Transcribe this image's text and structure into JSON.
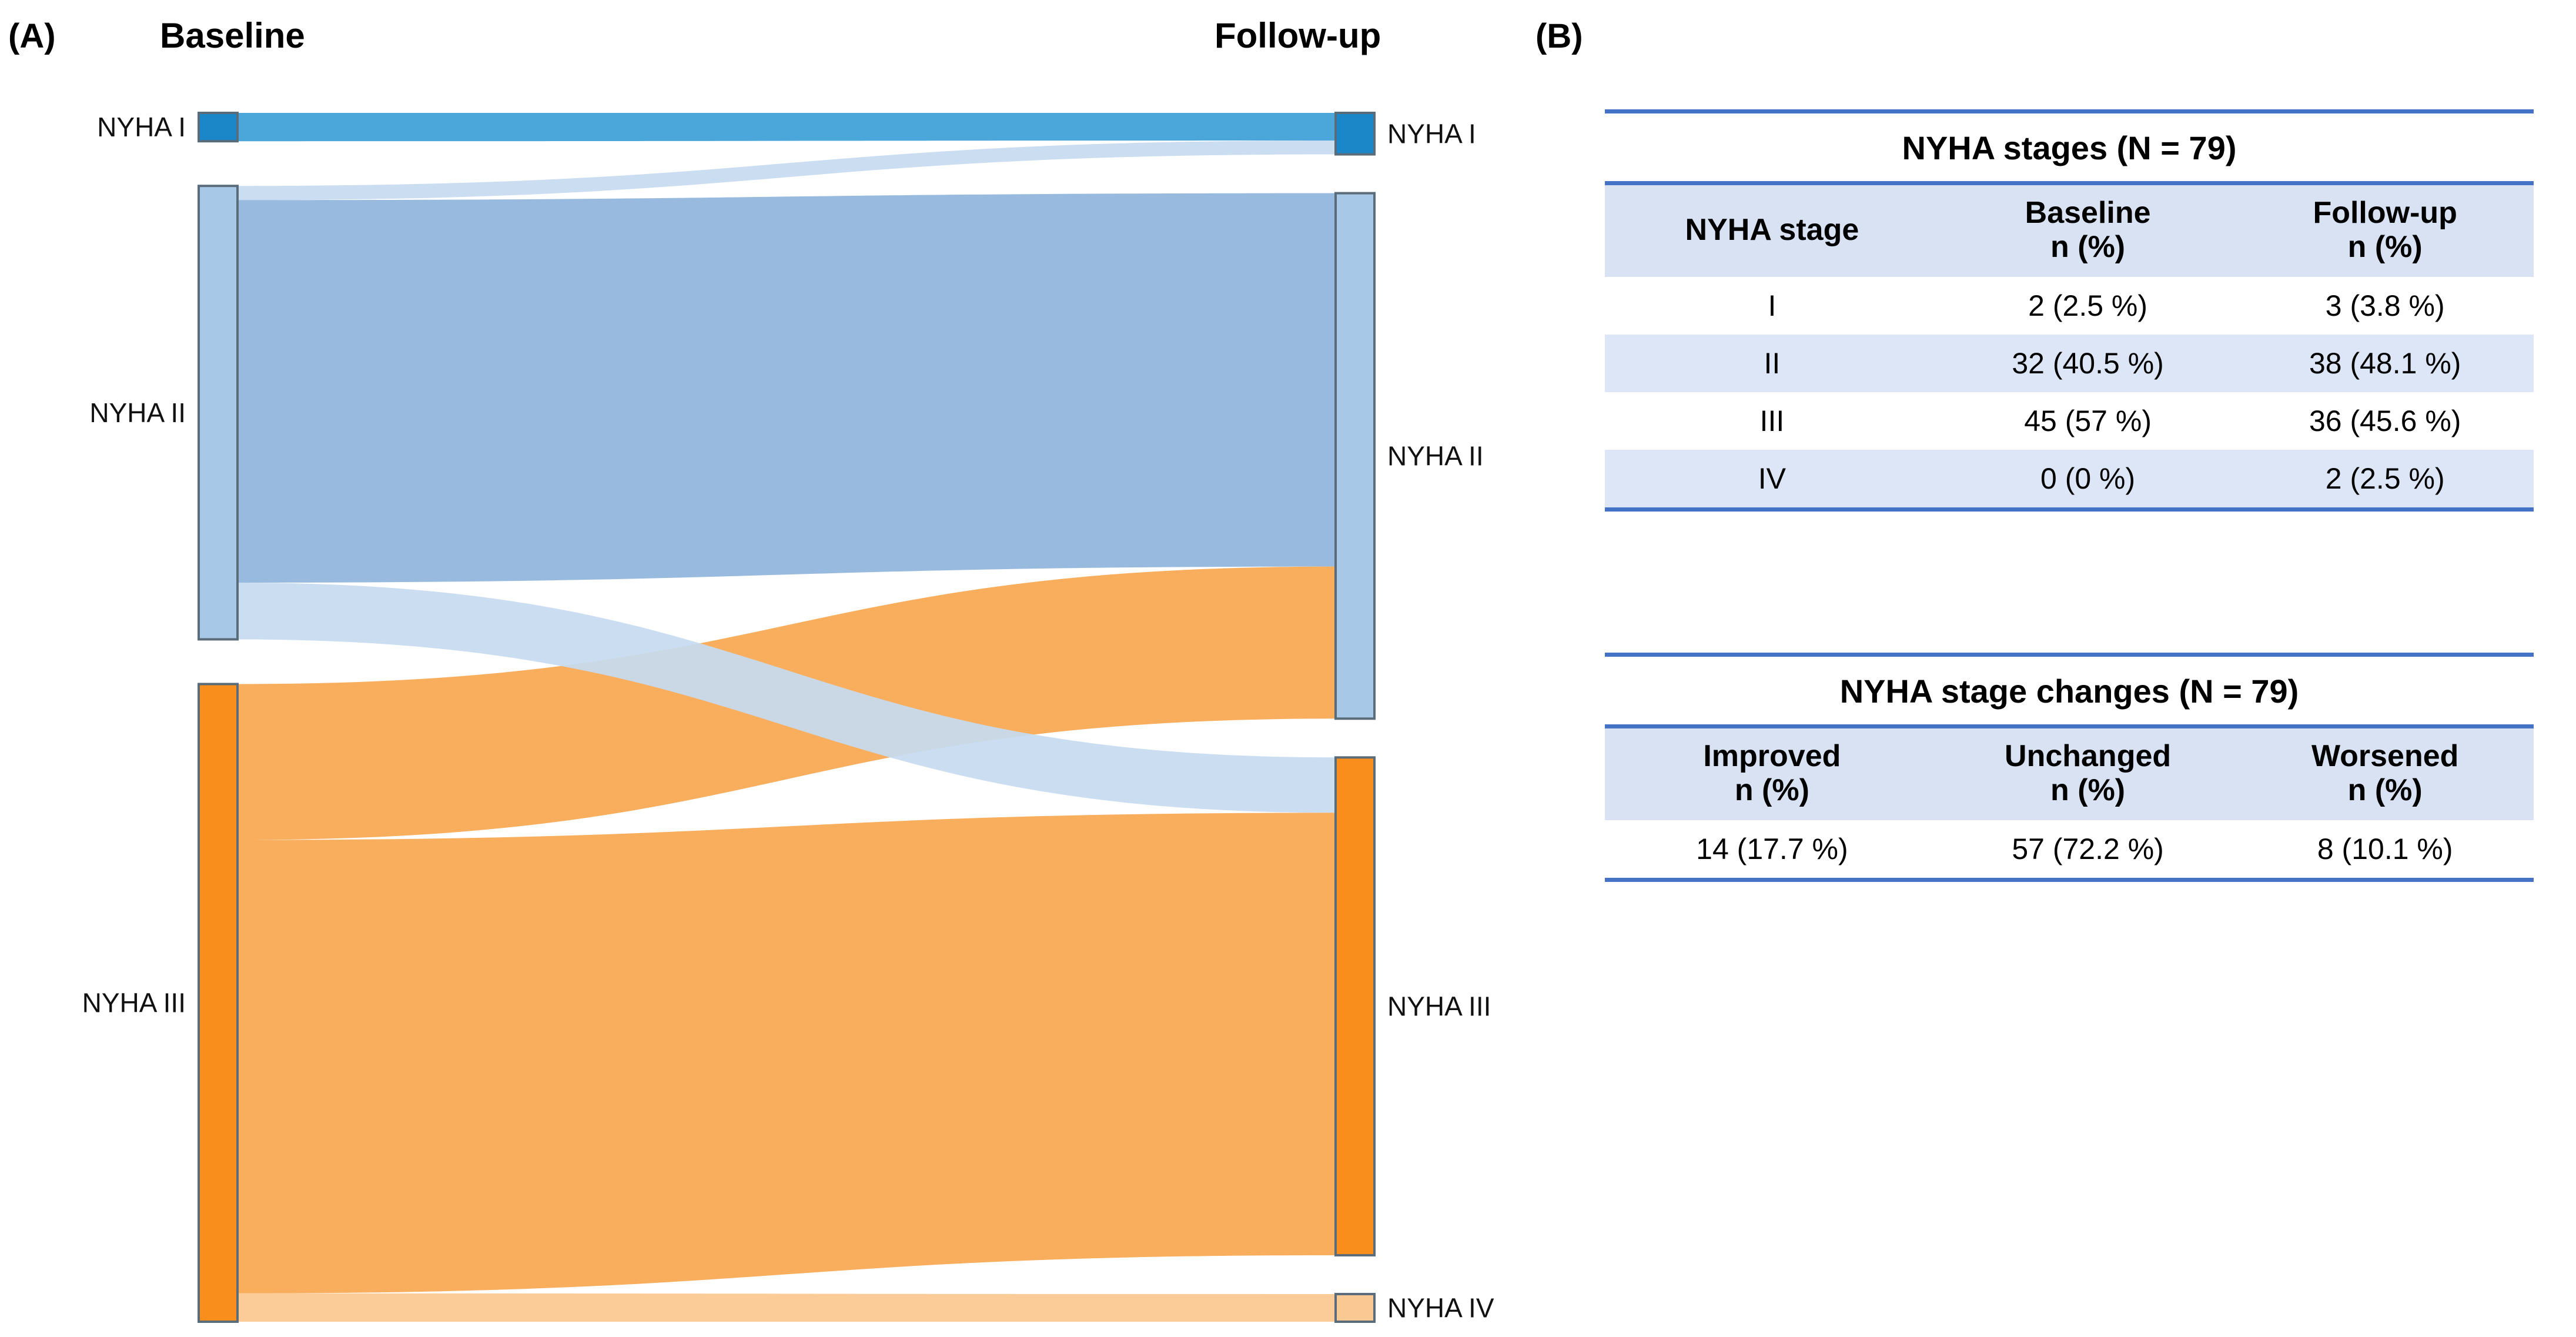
{
  "panels": {
    "a_tag": "(A)",
    "b_tag": "(B)"
  },
  "sankey": {
    "left_title": "Baseline",
    "right_title": "Follow-up",
    "colors": {
      "nyha1": "#1B87C9",
      "nyha2": "#A8C8E8",
      "nyha3": "#F98E1D",
      "nyha4": "#FAC893",
      "flow_blue_dark": "#8FB4DC",
      "flow_blue_light": "#C5DAF0",
      "flow_orange": "#F9A74F",
      "flow_orange_light": "#FBC88F",
      "node_stroke": "#5A6B7A"
    },
    "left_nodes": [
      {
        "id": "L1",
        "label": "NYHA I",
        "value": 2,
        "color": "#1B87C9"
      },
      {
        "id": "L2",
        "label": "NYHA II",
        "value": 32,
        "color": "#A8C8E8"
      },
      {
        "id": "L3",
        "label": "NYHA III",
        "value": 45,
        "color": "#F98E1D"
      }
    ],
    "right_nodes": [
      {
        "id": "R1",
        "label": "NYHA I",
        "value": 3,
        "color": "#1B87C9"
      },
      {
        "id": "R2",
        "label": "NYHA II",
        "value": 38,
        "color": "#A8C8E8"
      },
      {
        "id": "R3",
        "label": "NYHA III",
        "value": 36,
        "color": "#F98E1D"
      },
      {
        "id": "R4",
        "label": "NYHA IV",
        "value": 2,
        "color": "#FAC893"
      }
    ],
    "links": [
      {
        "source": "L1",
        "target": "R1",
        "value": 2,
        "color": "#3C9FD6"
      },
      {
        "source": "L2",
        "target": "R1",
        "value": 1,
        "color": "#C5DAF0"
      },
      {
        "source": "L2",
        "target": "R2",
        "value": 27,
        "color": "#8FB4DC"
      },
      {
        "source": "L2",
        "target": "R3",
        "value": 4,
        "color": "#C5DAF0"
      },
      {
        "source": "L3",
        "target": "R2",
        "value": 11,
        "color": "#F9A74F"
      },
      {
        "source": "L3",
        "target": "R3",
        "value": 32,
        "color": "#F9A74F"
      },
      {
        "source": "L3",
        "target": "R4",
        "value": 2,
        "color": "#FBC88F"
      }
    ]
  },
  "tables": {
    "stages": {
      "caption": "NYHA stages (N = 79)",
      "headers": [
        "NYHA stage",
        "Baseline\nn (%)",
        "Follow-up\nn (%)"
      ],
      "header_lines": [
        [
          "NYHA stage",
          ""
        ],
        [
          "Baseline",
          "n (%)"
        ],
        [
          "Follow-up",
          "n (%)"
        ]
      ],
      "rows": [
        [
          "I",
          "2 (2.5 %)",
          "3 (3.8 %)"
        ],
        [
          "II",
          "32 (40.5 %)",
          "38 (48.1 %)"
        ],
        [
          "III",
          "45 (57 %)",
          "36 (45.6 %)"
        ],
        [
          "IV",
          "0 (0 %)",
          "2 (2.5 %)"
        ]
      ]
    },
    "changes": {
      "caption": "NYHA stage changes  (N = 79)",
      "header_lines": [
        [
          "Improved",
          "n (%)"
        ],
        [
          "Unchanged",
          "n (%)"
        ],
        [
          "Worsened",
          "n (%)"
        ]
      ],
      "rows": [
        [
          "14 (17.7 %)",
          "57 (72.2 %)",
          "8 (10.1 %)"
        ]
      ]
    }
  }
}
